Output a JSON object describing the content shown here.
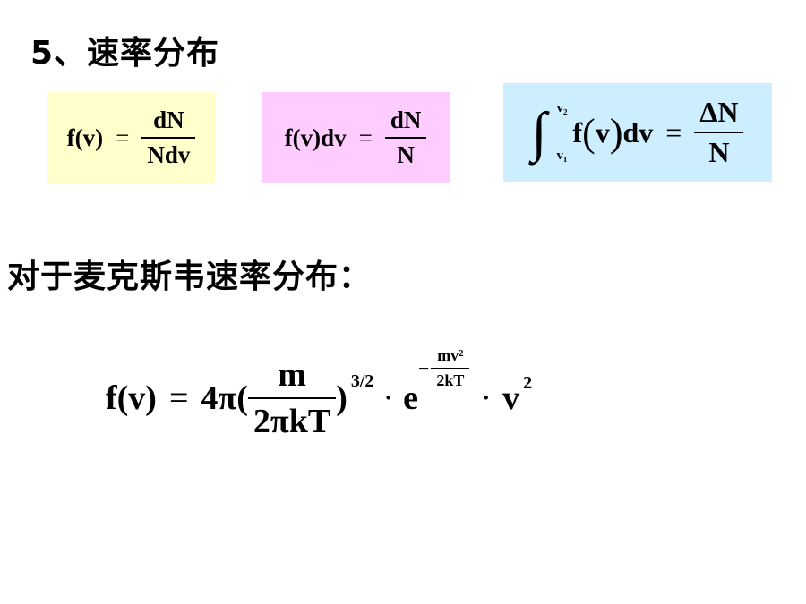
{
  "heading1": "5、速率分布",
  "heading2": "对于麦克斯韦速率分布：",
  "colors": {
    "box1": "#ffffcc",
    "box2": "#ffccff",
    "box3": "#cceeff"
  },
  "formula1": {
    "lhs": "f(v)",
    "eq": "=",
    "num": "dN",
    "den": "Ndv"
  },
  "formula2": {
    "lhs": "f(v)dv",
    "eq": "=",
    "num": "dN",
    "den": "N"
  },
  "formula3": {
    "upper": "v₂",
    "lower": "v₁",
    "f": "f",
    "paren_l": "(",
    "v": "v",
    "paren_r": ")",
    "dv": "dv",
    "eq": "=",
    "num": "ΔN",
    "den": "N"
  },
  "maxwell": {
    "lhs": "f(v)",
    "eq": "=",
    "coef": "4π(",
    "num": "m",
    "den": "2πkT",
    "close": ")",
    "exp1": "3/2",
    "dot1": "·",
    "e": "e",
    "exp_sign": "−",
    "exp_num": "mv²",
    "exp_den": "2kT",
    "dot2": "·",
    "v": "v",
    "exp2": "2"
  }
}
